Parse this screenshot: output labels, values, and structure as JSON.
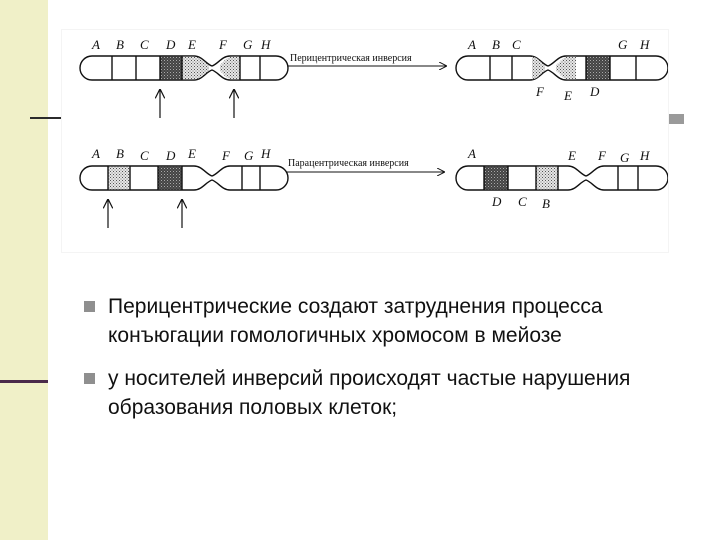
{
  "figure": {
    "arrow_top": "Перицентрическая инверсия",
    "arrow_bottom": "Парацентрическая инверсия",
    "top_left_labels": [
      "A",
      "B",
      "C",
      "D",
      "E",
      "F",
      "G",
      "H"
    ],
    "top_right_upper_labels": [
      "A",
      "B",
      "C",
      "G",
      "H"
    ],
    "top_right_lower_labels": [
      "F",
      "E",
      "D"
    ],
    "bottom_left_labels": [
      "A",
      "B",
      "C",
      "D",
      "E",
      "F",
      "G",
      "H"
    ],
    "bottom_right_upper_labels": [
      "A",
      "E",
      "F",
      "G",
      "H"
    ],
    "bottom_right_lower_labels": [
      "D",
      "C",
      "B"
    ]
  },
  "bullets": [
    "Перицентрические создают затруднения процесса конъюгации гомологичных хромосом в мейозе",
    "у носителей инверсий происходят частые нарушения образования половых клеток;"
  ]
}
